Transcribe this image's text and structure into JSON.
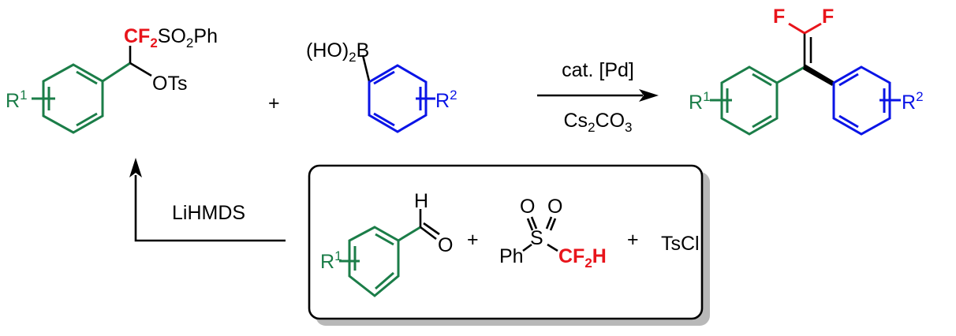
{
  "colors": {
    "ring1": "#1b7d48",
    "ring2": "#0a14e6",
    "fluorine": "#e8141b"
  },
  "sulfonate": {
    "cf": "CF",
    "cf_sub": "2",
    "so": "SO",
    "so_sub": "2",
    "ph": "Ph",
    "ots": "OTs",
    "r": "R",
    "r_sup": "1"
  },
  "boronic": {
    "ho": "(HO)",
    "ho_sub": "2",
    "b": "B",
    "r": "R",
    "r_sup": "2"
  },
  "plus1": "+",
  "conditions": {
    "top": "cat. [Pd]",
    "base": "Cs",
    "base_sub1": "2",
    "base_mid": "CO",
    "base_sub2": "3"
  },
  "product": {
    "f1": "F",
    "f2": "F",
    "r1": "R",
    "r1_sup": "1",
    "r2": "R",
    "r2_sup": "2"
  },
  "step1": {
    "reagent": "LiHMDS"
  },
  "box": {
    "h": "H",
    "o": "O",
    "r": "R",
    "r_sup": "1",
    "plus_a": "+",
    "plus_b": "+",
    "ph": "Ph",
    "s": "S",
    "o1": "O",
    "o2": "O",
    "cf": "CF",
    "cf_sub": "2",
    "cf_h": "H",
    "tscl": "TsCl"
  }
}
